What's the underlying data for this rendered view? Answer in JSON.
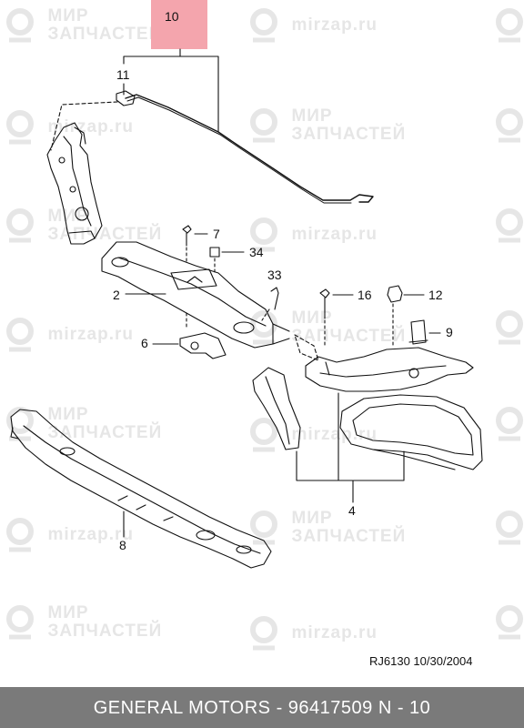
{
  "watermark": {
    "brand_ru": "МИР",
    "brand_ru2": "ЗАПЧАСТЕЙ",
    "site": "mirzap.ru",
    "icon": "location-pin-icon"
  },
  "callouts": {
    "c10": "10",
    "c11": "11",
    "c7": "7",
    "c34": "34",
    "c33": "33",
    "c2": "2",
    "c16": "16",
    "c12": "12",
    "c9": "9",
    "c6": "6",
    "c4": "4",
    "c8": "8"
  },
  "reference": "RJ6130  10/30/2004",
  "footer": {
    "text": "GENERAL MOTORS - 96417509      N - 10"
  },
  "colors": {
    "highlight": "#f4a5ad",
    "footer_bg": "#7a7a7a",
    "watermark": "#e6e6e6",
    "line": "#111111"
  }
}
